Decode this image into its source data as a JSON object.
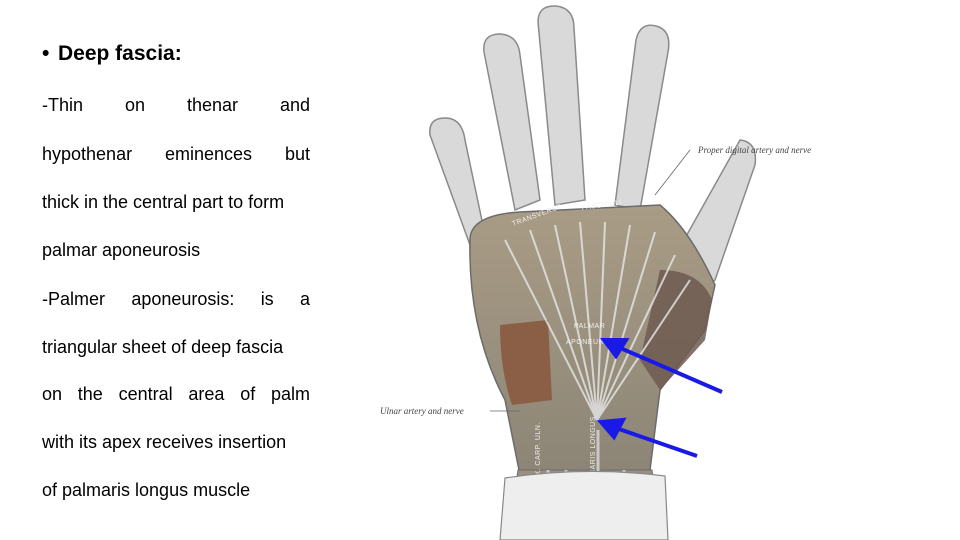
{
  "slide": {
    "heading_bullet": "•",
    "heading": "Deep fascia:",
    "lines": [
      [
        "-Thin",
        "on",
        "thenar",
        "and"
      ],
      [
        "hypothenar",
        "eminences",
        "but"
      ],
      [
        "thick in the central part to form"
      ],
      [
        "palmar aponeurosis"
      ],
      [
        "-Palmer",
        "aponeurosis:",
        "is",
        "a"
      ],
      [
        "triangular sheet of deep fascia"
      ],
      [
        "on",
        "the",
        "central",
        "area",
        "of",
        "palm"
      ],
      [
        "with its apex receives insertion"
      ],
      [
        "of palmaris longus muscle"
      ]
    ]
  },
  "figure": {
    "labels": {
      "digital": "Proper digital artery and nerve",
      "ulnar": "Ulnar artery and nerve",
      "transverse": "TRANSVERSE",
      "fasciculi": "FASCICULI",
      "palmar": "PALMAR",
      "aponeurosis": "APONEUR",
      "palmaris_longus": "PALMARIS LONGUS",
      "flexor": "FLEX. CARP. ULN."
    },
    "arrow_color": "#1a1ae6",
    "skin_color": "#d9d9d9",
    "muscle_color": "#7a5a4e"
  }
}
